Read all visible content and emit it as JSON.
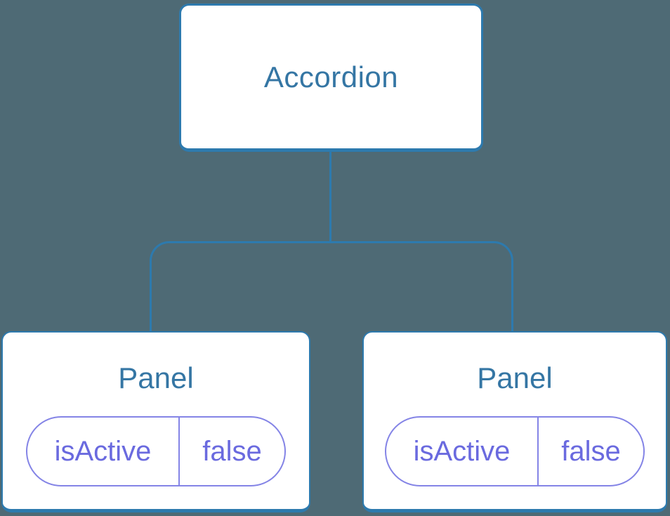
{
  "diagram": {
    "root": {
      "label": "Accordion"
    },
    "children": [
      {
        "label": "Panel",
        "state": {
          "key": "isActive",
          "value": "false"
        }
      },
      {
        "label": "Panel",
        "state": {
          "key": "isActive",
          "value": "false"
        }
      }
    ]
  },
  "colors": {
    "background": "#4E6A75",
    "connector": "#2D7AAE",
    "node_background": "#FFFFFF",
    "node_border": "#2D7AAE",
    "node_text": "#3576A4",
    "state_pill_border": "#8484E6",
    "state_pill_text": "#6A6ADF"
  }
}
